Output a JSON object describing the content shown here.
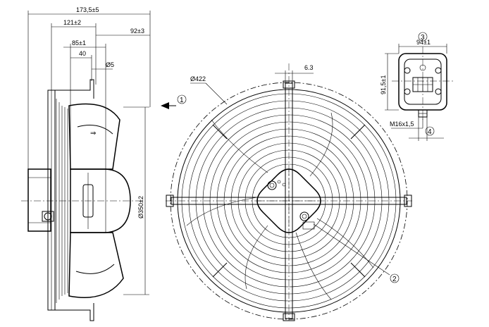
{
  "dimensions": {
    "overall_depth": "173,5±5",
    "flange_offset": "121±2",
    "grille_offset": "92±3",
    "hub_depth": "85±1",
    "hub_width": "40",
    "mount_hole": "Ø5",
    "fan_diameter": "Ø350±2",
    "grille_diameter": "Ø422",
    "rib_width": "6.3",
    "box_width": "94±1",
    "box_height": "91,5±1",
    "cable_gland": "M16x1,5"
  },
  "callouts": {
    "c1": "1",
    "c2": "2",
    "c3": "3",
    "c4": "4"
  }
}
